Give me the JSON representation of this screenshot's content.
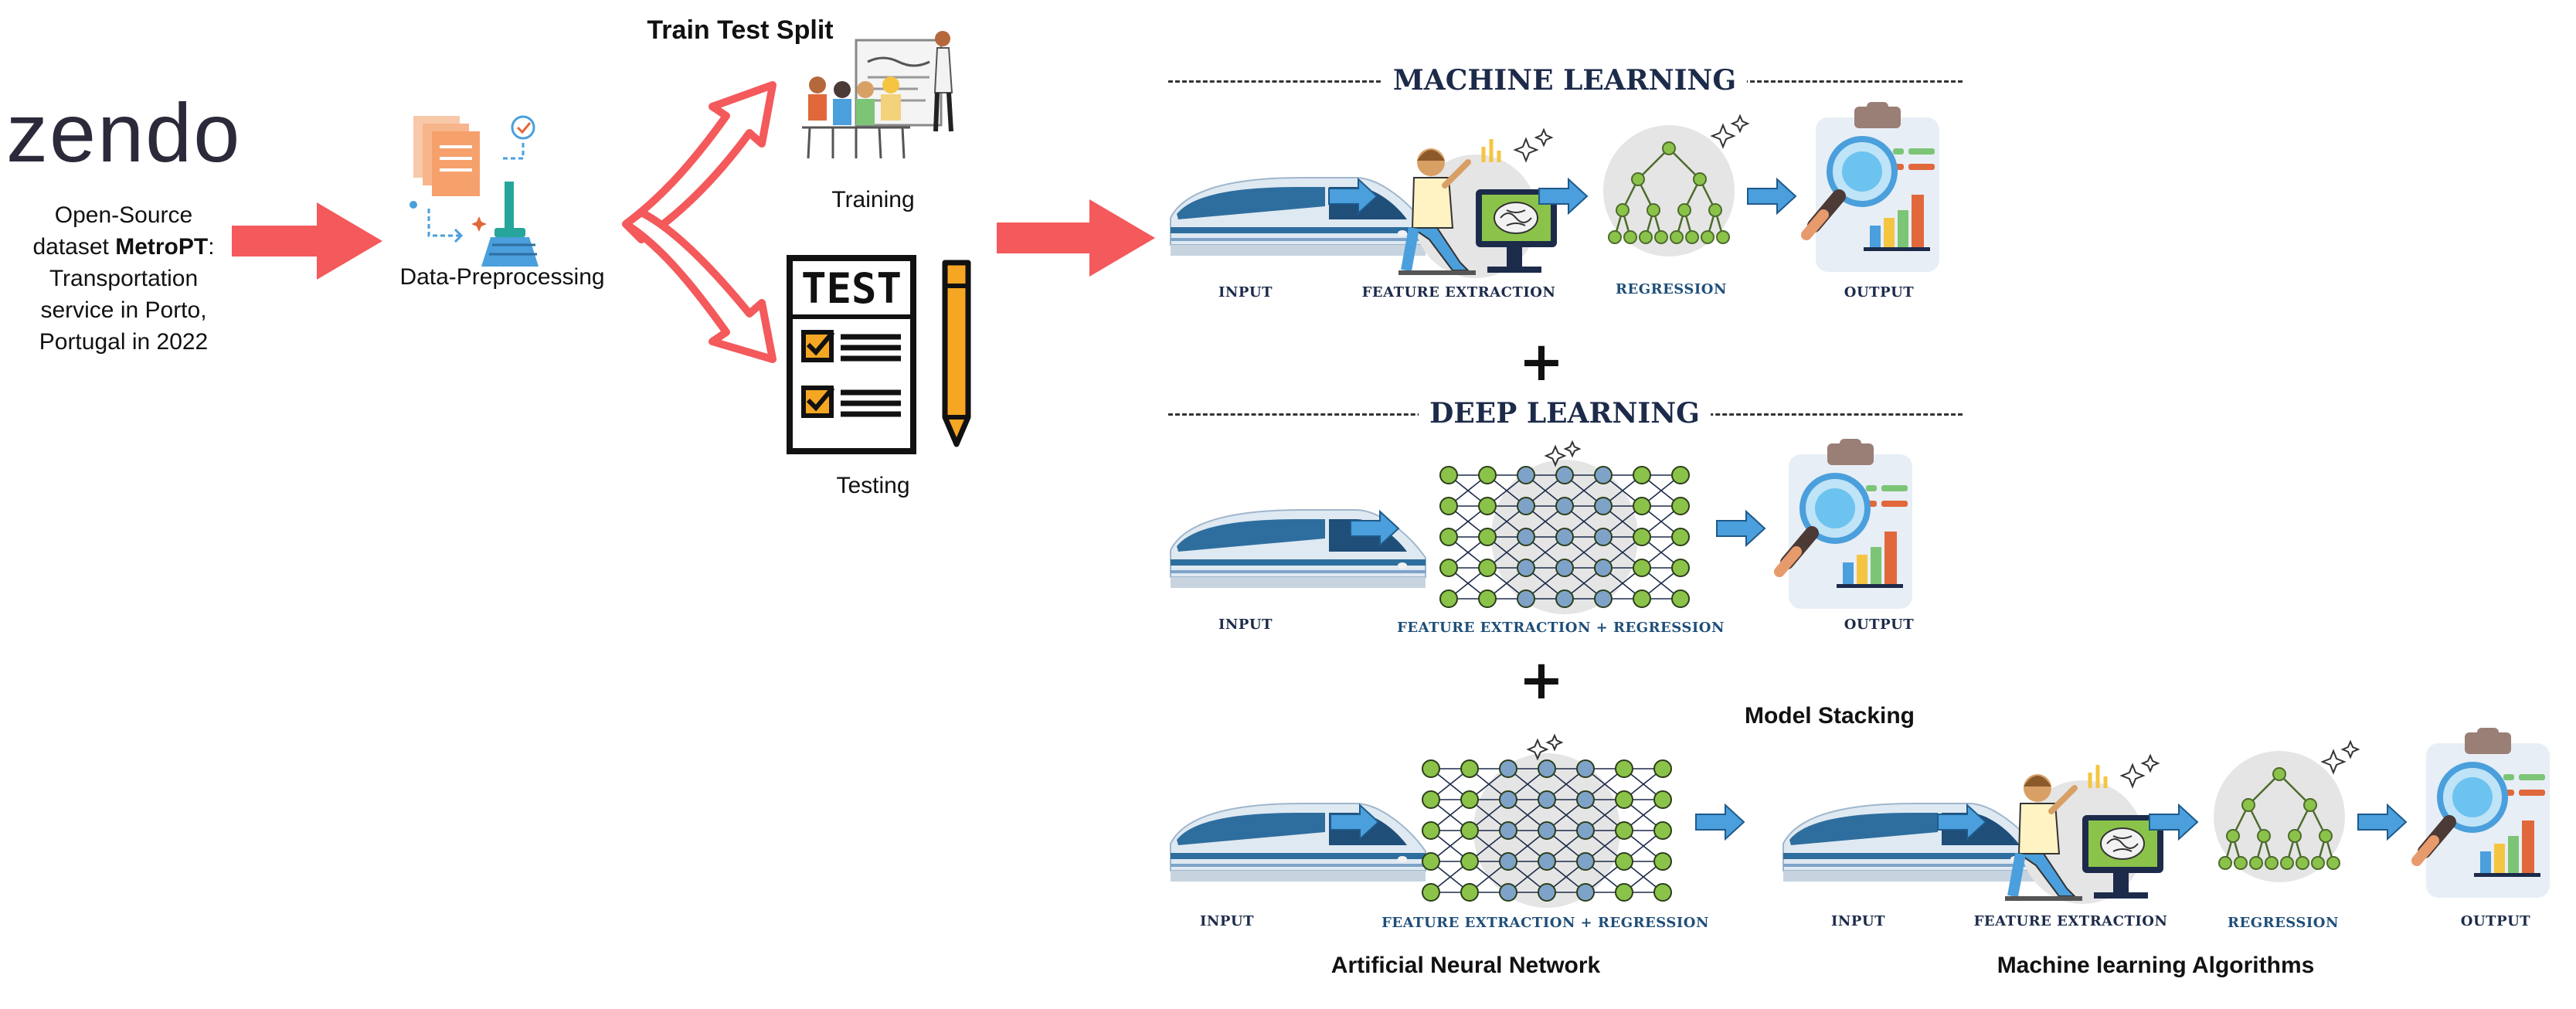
{
  "source": {
    "logo": "zendo",
    "caption_line1": "Open-Source",
    "caption_line2_prefix": "dataset ",
    "caption_line2_bold": "MetroPT",
    "caption_line2_suffix": ":",
    "caption_line3": "Transportation",
    "caption_line4": "service in Porto,",
    "caption_line5": "Portugal in 2022"
  },
  "preprocessing": {
    "label": "Data-Preprocessing"
  },
  "split": {
    "title": "Train Test Split",
    "training_label": "Training",
    "testing_label": "Testing",
    "test_board_text": "TEST"
  },
  "ml": {
    "header": "MACHINE LEARNING",
    "input": "INPUT",
    "feature": "FEATURE EXTRACTION",
    "regression": "REGRESSION",
    "output": "OUTPUT"
  },
  "dl": {
    "header": "DEEP LEARNING",
    "input": "INPUT",
    "feature": "FEATURE EXTRACTION + REGRESSION",
    "output": "OUTPUT"
  },
  "stack": {
    "title": "Model Stacking",
    "input1": "INPUT",
    "feature1": "FEATURE EXTRACTION + REGRESSION",
    "input2": "INPUT",
    "feature2": "FEATURE EXTRACTION",
    "regression": "REGRESSION",
    "output": "OUTPUT",
    "ann_label": "Artificial Neural Network",
    "ml_label": "Machine learning Algorithms"
  },
  "plus_symbol": "+",
  "colors": {
    "arrow_red": "#f4595b",
    "arrow_blue": "#4a9fdc",
    "train_blue": "#2e6e9e",
    "node_green": "#8bc34a",
    "node_blue": "#7fa3c8",
    "text_navy": "#1d2b4a"
  }
}
